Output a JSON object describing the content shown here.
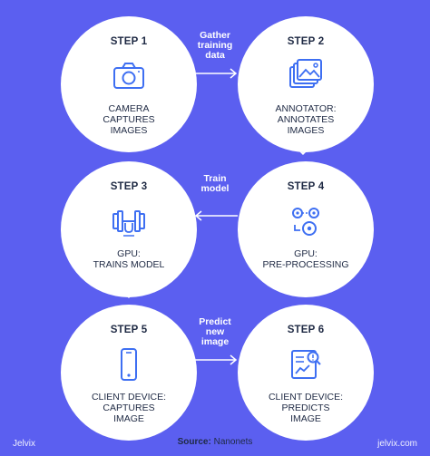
{
  "steps": [
    {
      "title": "STEP 1",
      "lines": [
        "CAMERA",
        "CAPTURES",
        "IMAGES"
      ],
      "icon": "camera-icon"
    },
    {
      "title": "STEP 2",
      "lines": [
        "ANNOTATOR:",
        "ANNOTATES",
        "IMAGES"
      ],
      "icon": "images-icon"
    },
    {
      "title": "STEP 3",
      "lines": [
        "GPU:",
        "TRAINS MODEL"
      ],
      "icon": "dumbbell-icon"
    },
    {
      "title": "STEP 4",
      "lines": [
        "GPU:",
        "PRE-PROCESSING"
      ],
      "icon": "gears-icon"
    },
    {
      "title": "STEP 5",
      "lines": [
        "CLIENT DEVICE:",
        "CAPTURES",
        "IMAGE"
      ],
      "icon": "smartphone-icon"
    },
    {
      "title": "STEP 6",
      "lines": [
        "CLIENT DEVICE:",
        "PREDICTS",
        "IMAGE"
      ],
      "icon": "report-search-icon"
    }
  ],
  "edges": [
    {
      "label": [
        "Gather",
        "training",
        "data"
      ]
    },
    {
      "label": [
        "Train",
        "model"
      ]
    },
    {
      "label": [
        "Predict",
        "new",
        "image"
      ]
    }
  ],
  "footer": {
    "brand_left": "Jelvix",
    "source_label": "Source:",
    "source_value": " Nanonets",
    "brand_right": "jelvix.com"
  },
  "colors": {
    "background": "#5b5ff0",
    "icon": "#3e6ff2",
    "text": "#1f2a44"
  }
}
